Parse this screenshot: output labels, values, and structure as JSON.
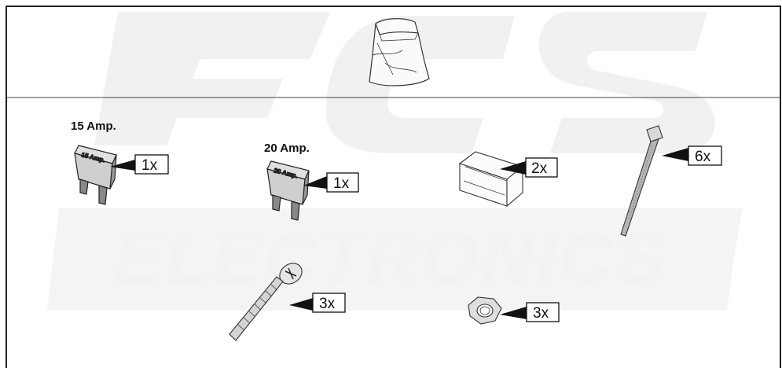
{
  "watermark": {
    "logo_text": "ECS",
    "word": "ELECTRONICS",
    "color": "#f0f0f0"
  },
  "parts": {
    "bag": {
      "icon": "parts-bag-icon"
    },
    "fuse15": {
      "label": "15 Amp.",
      "body_text": "15 Amp.",
      "qty": "1x"
    },
    "fuse20": {
      "label": "20 Amp.",
      "body_text": "20 Amp.",
      "qty": "1x"
    },
    "clip": {
      "qty": "2x"
    },
    "cable_tie": {
      "qty": "6x"
    },
    "screw": {
      "qty": "3x"
    },
    "nut": {
      "qty": "3x"
    }
  }
}
